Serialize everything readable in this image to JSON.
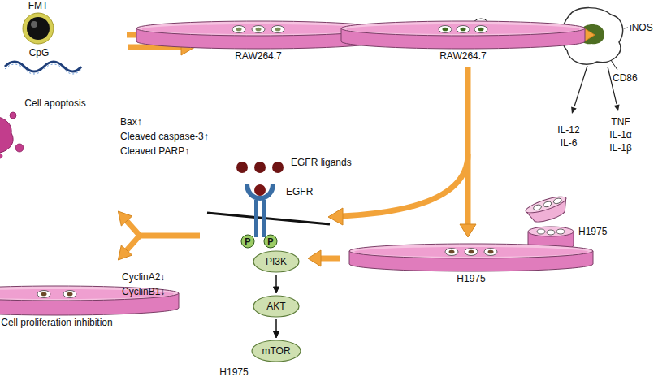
{
  "diagram": {
    "nodes": [
      {
        "text": [
          "FMT"
        ]
      },
      {
        "text": [
          "RAW264.7"
        ]
      },
      {
        "text": [
          "RAW264.7"
        ]
      },
      {
        "text": [
          "Cell apoptosis"
        ]
      },
      {
        "text": [
          "H1975"
        ]
      },
      {
        "text": [
          "PI3K"
        ]
      },
      {
        "text": [
          "AKT"
        ]
      },
      {
        "text": [
          "mTOR"
        ]
      },
      {
        "text": [
          "Cell proliferation inhibition"
        ]
      }
    ],
    "edges": [
      {
        "from": 1,
        "to": 2,
        "arrow": "to"
      },
      {
        "from": 2,
        "to": 4,
        "arrow": "to"
      },
      {
        "from": 4,
        "to": 5,
        "arrow": "to"
      },
      {
        "from": 5,
        "to": 6,
        "arrow": "to"
      },
      {
        "from": 6,
        "to": 7,
        "arrow": "to"
      }
    ],
    "labels": [
      "CpG",
      "iNOS",
      "CD86",
      "IL-12",
      "IL-6",
      "TNF",
      "IL-1α",
      "IL-1β",
      "H1975",
      "EGFR ligands",
      "EGFR",
      "P",
      "P",
      "Bax↑",
      "Cleaved caspase-3↑",
      "Cleaved PARP↑",
      "CyclinA2↓",
      "CyclinB1↓",
      "H1975"
    ]
  }
}
